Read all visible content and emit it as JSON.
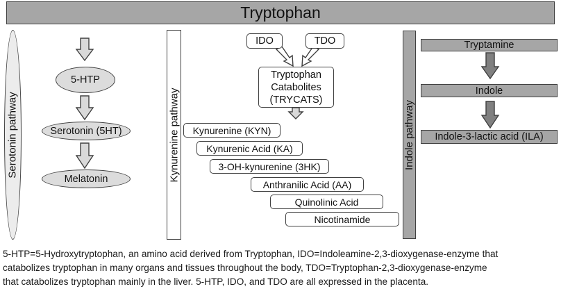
{
  "title": "Tryptophan",
  "pathways": {
    "serotonin": "Serotonin pathway",
    "kynurenine": "Kynurenine pathway",
    "indole": "Indole pathway"
  },
  "serotonin_nodes": [
    "5-HTP",
    "Serotonin (5HT)",
    "Melatonin"
  ],
  "kynurenine_top": {
    "ido": "IDO",
    "tdo": "TDO",
    "trycats_lines": [
      "Tryptophan",
      "Catabolites",
      "(TRYCATS)"
    ]
  },
  "kynurenine_items": [
    "Kynurenine (KYN)",
    "Kynurenic Acid (KA)",
    "3-OH-kynurenine (3HK)",
    "Anthranilic Acid (AA)",
    "Quinolinic Acid",
    "Nicotinamide"
  ],
  "indole_nodes": [
    "Tryptamine",
    "Indole",
    "Indole-3-lactic acid (ILA)"
  ],
  "caption_lines": [
    "5-HTP=5-Hydroxytryptophan, an amino acid derived from Tryptophan, IDO=Indoleamine-2,3-dioxygenase-enzyme that",
    "catabolizes tryptophan in many organs and tissues throughout the body,  TDO=Tryptophan-2,3-dioxygenase-enzyme",
    "that catabolizes tryptophan mainly in the liver. 5-HTP, IDO, and TDO are all expressed in the placenta."
  ],
  "colors": {
    "gray_fill": "#a6a6a6",
    "light_fill": "#dcdcdc",
    "outline": "#404040"
  }
}
